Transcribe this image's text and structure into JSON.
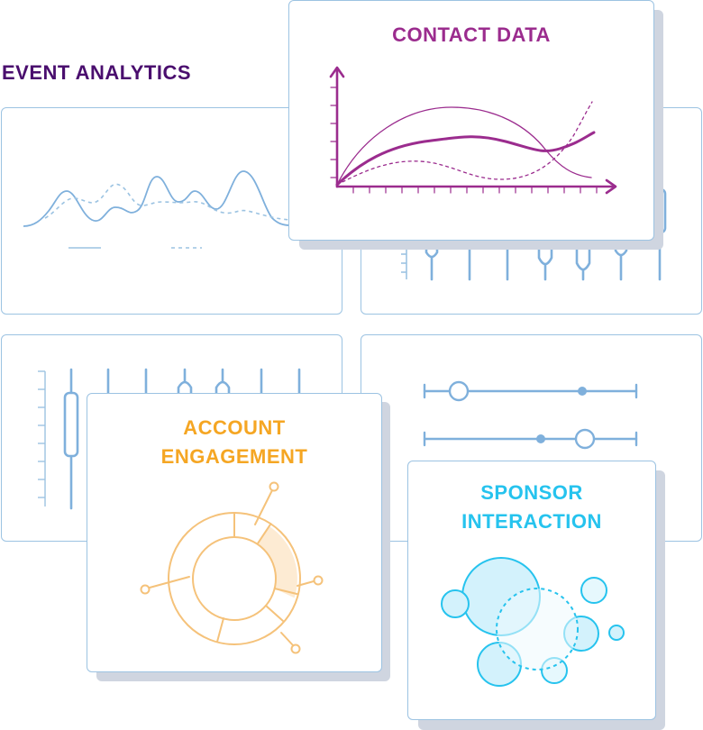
{
  "page": {
    "title": "EVENT ANALYTICS"
  },
  "cards": {
    "contact": {
      "title": "CONTACT DATA"
    },
    "account": {
      "title_line1": "ACCOUNT",
      "title_line2": "ENGAGEMENT"
    },
    "sponsor": {
      "title_line1": "SPONSOR",
      "title_line2": "INTERACTION"
    }
  },
  "colors": {
    "title": "#4a0e6e",
    "panel_stroke": "#9cc3e2",
    "contact": "#9b2c8e",
    "account": "#f5a623",
    "sponsor": "#26c3ee",
    "shadow": "#cfd5e0"
  },
  "icons": {
    "line-chart": "line-chart-icon",
    "candlestick": "candlestick-icon",
    "slider": "slider-icon",
    "donut": "donut-chart-icon",
    "bubbles": "bubble-chart-icon"
  }
}
